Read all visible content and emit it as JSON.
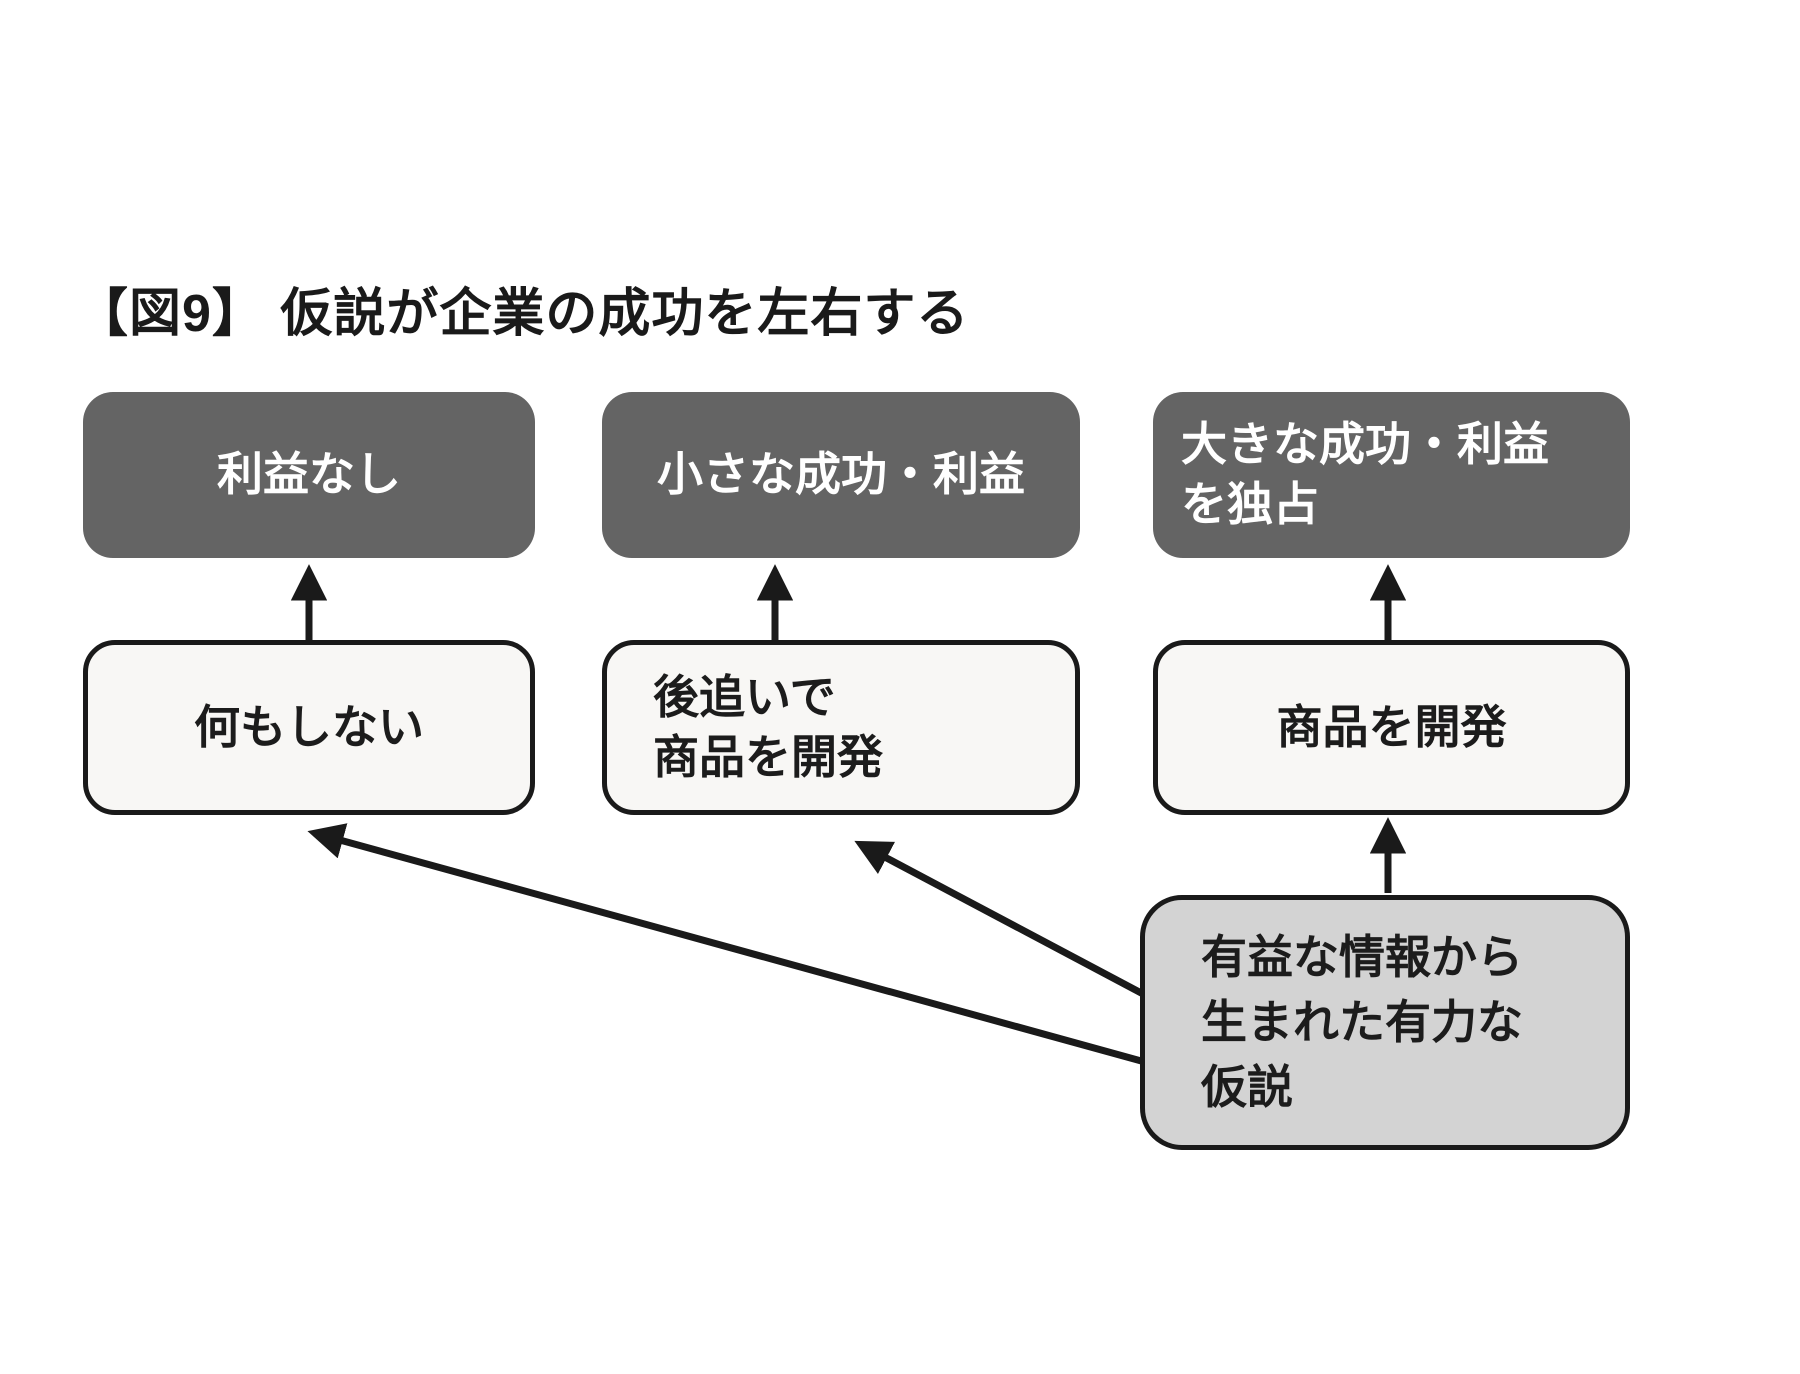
{
  "figure": {
    "title": "【図9】 仮説が企業の成功を左右する"
  },
  "nodes": {
    "no_profit": {
      "label": "利益なし",
      "type": "outcome"
    },
    "small_success": {
      "label": "小さな成功・利益",
      "type": "outcome"
    },
    "big_success": {
      "label": "大きな成功・利益\nを独占",
      "type": "outcome"
    },
    "do_nothing": {
      "label": "何もしない",
      "type": "action"
    },
    "follow_develop": {
      "label": "後追いで\n商品を開発",
      "type": "action"
    },
    "develop": {
      "label": "商品を開発",
      "type": "action"
    },
    "hypothesis": {
      "label": "有益な情報から\n生まれた有力な\n仮説",
      "type": "source"
    }
  },
  "edges": [
    {
      "from": "do_nothing",
      "to": "no_profit"
    },
    {
      "from": "follow_develop",
      "to": "small_success"
    },
    {
      "from": "develop",
      "to": "big_success"
    },
    {
      "from": "hypothesis",
      "to": "develop"
    },
    {
      "from": "hypothesis",
      "to": "follow_develop"
    },
    {
      "from": "hypothesis",
      "to": "do_nothing"
    }
  ],
  "colors": {
    "outcome_fill": "#646464",
    "outcome_text": "#ffffff",
    "action_fill": "#f8f7f5",
    "hypothesis_fill": "#d3d3d3",
    "stroke": "#1a1a1a",
    "background": "#ffffff"
  }
}
